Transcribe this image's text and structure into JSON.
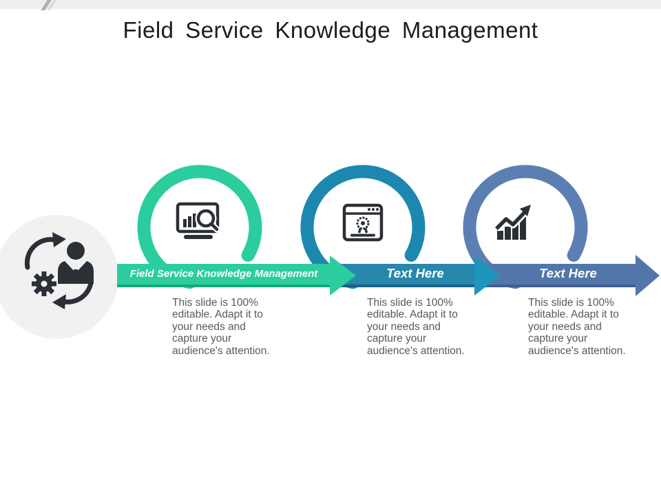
{
  "title": "Field Service Knowledge Management",
  "steps": [
    {
      "label": "Field Service Knowledge Management",
      "description": "This slide is 100%\neditable. Adapt it to\nyour needs and\ncapture your\naudience's attention.",
      "icon": "monitor-analytics-search-icon",
      "color": "#2bcd9e"
    },
    {
      "label": "Text Here",
      "description": "This slide is 100%\neditable. Adapt it to\nyour needs and\ncapture your\naudience's attention.",
      "icon": "browser-badge-icon",
      "color": "#2787ac"
    },
    {
      "label": "Text Here",
      "description": "This slide is 100%\neditable. Adapt it to\nyour needs and\ncapture your\naudience's attention.",
      "icon": "growth-chart-arrow-icon",
      "color": "#5276a9"
    }
  ],
  "left_graphic": {
    "icon": "person-process-cycle-icon",
    "background_color": "#f1f1f2"
  },
  "colors": {
    "green": "#2bcd9e",
    "green_dark": "#14a87c",
    "teal": "#2787ac",
    "teal_ring": "#1c88b0",
    "teal_dark": "#1a6285",
    "blue": "#5276a9",
    "blue_ring": "#5b7fb2",
    "blue_dark": "#3f5f8e",
    "icon_ink": "#2b2f36",
    "description_text": "#595959",
    "title_text": "#1c1c1c",
    "top_bar": "#eeeeee"
  }
}
